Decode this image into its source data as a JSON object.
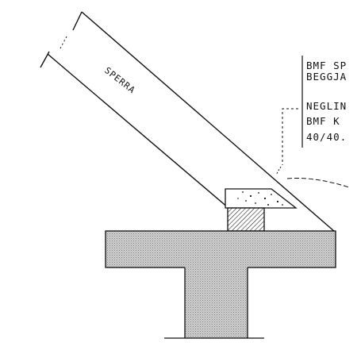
{
  "drawing": {
    "rafter_label": "SPERRA",
    "notes": [
      {
        "lines": [
          "BMF SP",
          "BEGGJA"
        ]
      },
      {
        "lines": [
          "NEGLIN",
          "BMF  K",
          "40/40."
        ]
      }
    ]
  },
  "colors": {
    "ink": "#111111",
    "concrete_fill": "#c9c9c9",
    "background": "#ffffff"
  }
}
